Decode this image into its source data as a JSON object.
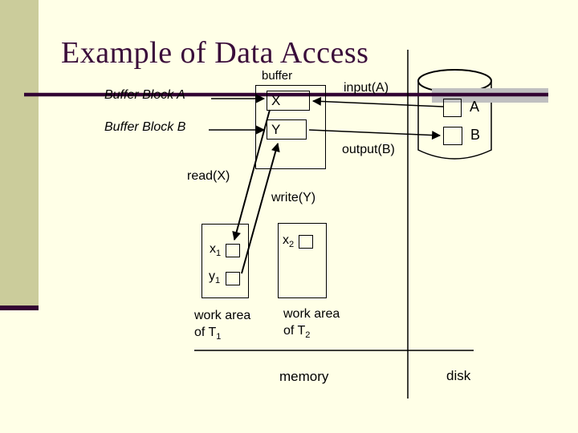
{
  "slide": {
    "title": "Example of Data Access",
    "memory_label": "memory",
    "disk_label": "disk"
  },
  "buffer": {
    "label": "buffer",
    "block_a_label": "Buffer Block A",
    "block_b_label": "Buffer Block B",
    "x_block": "X",
    "y_block": "Y"
  },
  "operations": {
    "input": "input(A)",
    "output": "output(B)",
    "read": "read(X)",
    "write": "write(Y)"
  },
  "disk": {
    "block_a": "A",
    "block_b": "B"
  },
  "work_areas": {
    "t1": {
      "x_var": "x",
      "x_sub": "1",
      "y_var": "y",
      "y_sub": "1",
      "caption_line1": "work area",
      "caption_line2": "of T",
      "caption_sub": "1"
    },
    "t2": {
      "x_var": "x",
      "x_sub": "2",
      "caption_line1": "work area",
      "caption_line2": "of T",
      "caption_sub": "2"
    }
  },
  "colors": {
    "background": "#FFFFE7",
    "sidebar": "#CBCC9B",
    "accent_line": "#330333",
    "title_text": "#3A0D3A",
    "shadow_band": "#C0C0C0",
    "diagram_ink": "#000000"
  }
}
